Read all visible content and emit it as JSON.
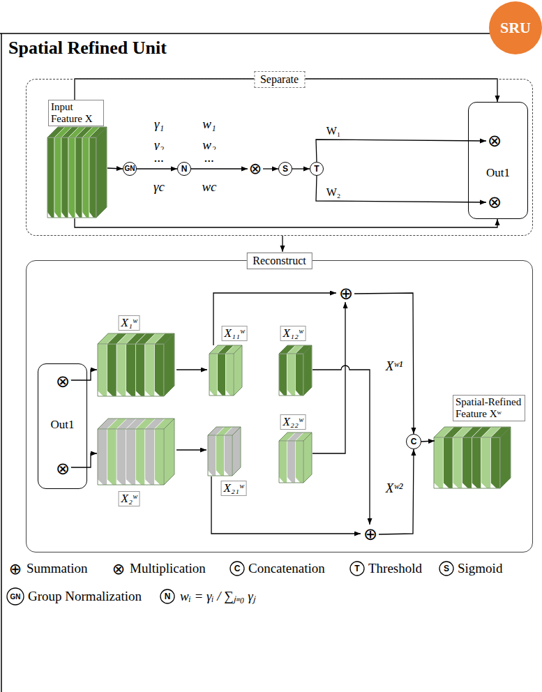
{
  "diagram": {
    "title": "Spatial Refined Unit",
    "nodes": [
      {
        "text": [
          "SRU"
        ]
      },
      {
        "text": [
          "Separate"
        ]
      },
      {
        "text": [
          "Input Feature X"
        ],
        "in": 1
      },
      {
        "text": [
          "GN"
        ],
        "in": 1
      },
      {
        "text": [
          "N"
        ],
        "in": 1
      },
      {
        "text": [
          "⊗"
        ],
        "in": 1
      },
      {
        "text": [
          "S"
        ],
        "in": 1
      },
      {
        "text": [
          "T"
        ],
        "in": 1
      },
      {
        "text": [
          "Out1"
        ],
        "in": 1
      },
      {
        "text": [
          "⊗"
        ],
        "in": 8
      },
      {
        "text": [
          "⊗"
        ],
        "in": 8
      },
      {
        "text": [
          "Reconstruct"
        ]
      },
      {
        "text": [
          "Out1"
        ],
        "in": 11
      },
      {
        "text": [
          "⊗"
        ],
        "in": 12
      },
      {
        "text": [
          "⊗"
        ],
        "in": 12
      },
      {
        "text": [
          "⊕"
        ],
        "in": 11
      },
      {
        "text": [
          "⊕"
        ],
        "in": 11
      },
      {
        "text": [
          "C"
        ],
        "in": 11
      },
      {
        "text": [
          "Spatial-Refined Feature Xʷ"
        ],
        "in": 11
      }
    ],
    "edges": [
      {
        "from": 2,
        "to": 3,
        "arrow": "to"
      },
      {
        "from": 3,
        "to": 4,
        "arrow": "to"
      },
      {
        "from": 4,
        "to": 5,
        "arrow": "to"
      },
      {
        "from": 5,
        "to": 6,
        "arrow": "to"
      },
      {
        "from": 6,
        "to": 7,
        "arrow": "to"
      },
      {
        "from": 7,
        "to": 9,
        "label": "W₁",
        "arrow": "to"
      },
      {
        "from": 7,
        "to": 10,
        "label": "W₂",
        "arrow": "to"
      },
      {
        "from": 2,
        "to": 8,
        "arrow": "to"
      },
      {
        "from": 2,
        "to": 8,
        "arrow": "to"
      },
      {
        "from": 1,
        "to": 11,
        "arrow": "to"
      },
      {
        "from": 15,
        "to": 17,
        "arrow": "to"
      },
      {
        "from": 16,
        "to": 17,
        "arrow": "to"
      },
      {
        "from": 17,
        "to": 18,
        "arrow": "to"
      }
    ],
    "labels": [
      "γ₁",
      "γ₂",
      "...",
      "γc",
      "w₁",
      "w₂",
      "...",
      "wc",
      "X₁ʷ",
      "X₁₁ʷ",
      "X₁₂ʷ",
      "X₂ʷ",
      "X₂₁ʷ",
      "X₂₂ʷ",
      "Xʷ¹",
      "Xʷ²",
      "⊕",
      "⊗",
      "C",
      "T",
      "S",
      "GN",
      "N"
    ],
    "legend": [
      {
        "text": "Summation"
      },
      {
        "text": "Multiplication"
      },
      {
        "text": "Concatenation"
      },
      {
        "text": "Threshold"
      },
      {
        "text": "Sigmoid"
      },
      {
        "text": "Group Normalization"
      },
      {
        "text": "wᵢ = γᵢ / ∑ⱼ₌₀ γⱼ"
      }
    ]
  }
}
